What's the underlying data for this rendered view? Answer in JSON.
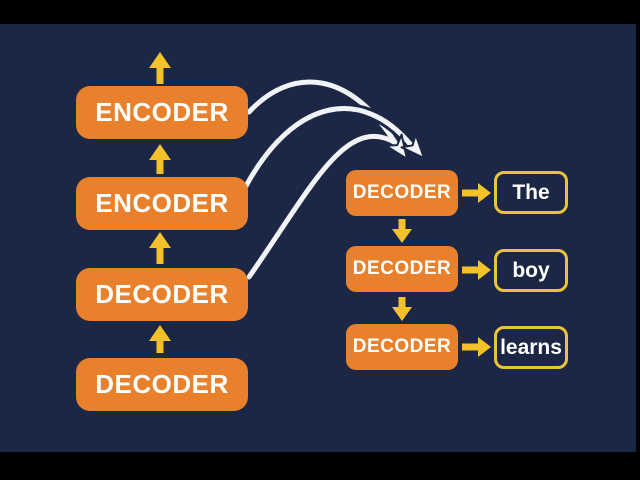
{
  "theme": {
    "colors": {
      "bg-black": "#000000",
      "navy": "#1c2745",
      "orange": "#e8802c",
      "yellow": "#f3c22a",
      "yellow-border": "#e9c43a",
      "white": "#ffffff",
      "line-white": "#f2f3f7"
    }
  },
  "left_stack": {
    "boxes": [
      {
        "label": "ENCODER"
      },
      {
        "label": "ENCODER"
      },
      {
        "label": "DECODER"
      },
      {
        "label": "DECODER"
      }
    ]
  },
  "right_stack": {
    "decoders": [
      {
        "label": "DECODER"
      },
      {
        "label": "DECODER"
      },
      {
        "label": "DECODER"
      }
    ],
    "outputs": [
      {
        "text": "The"
      },
      {
        "text": "boy"
      },
      {
        "text": "learns"
      }
    ]
  }
}
